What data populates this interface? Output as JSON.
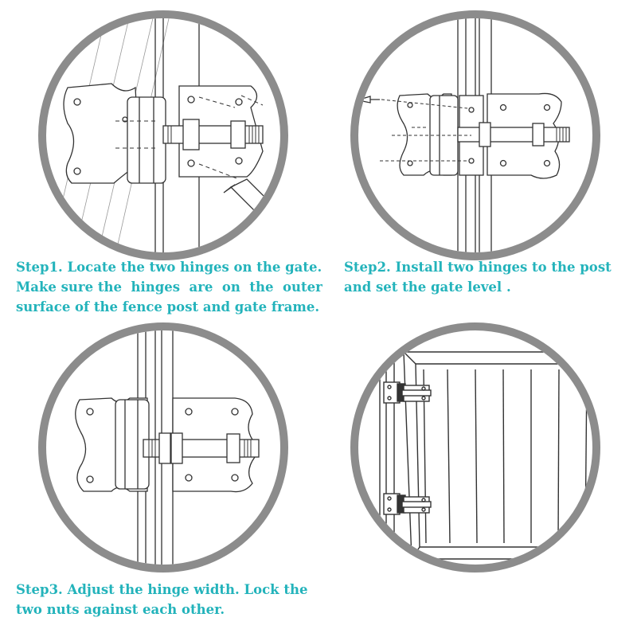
{
  "colors": {
    "caption_text": "#23b3bb",
    "ring": "#8c8c8c",
    "line_art": "#333333"
  },
  "steps": [
    {
      "lines": [
        "Step1. Locate the two hinges on the gate.",
        "Make sure the  hinges  are  on  the  outer",
        "surface of the fence post and gate frame."
      ]
    },
    {
      "lines": [
        "Step2. Install two hinges to the post",
        "and set the gate level ."
      ]
    },
    {
      "lines": [
        "Step3. Adjust the hinge width. Lock the",
        "two nuts against each other."
      ]
    }
  ],
  "illustrations": [
    {
      "id": "step1",
      "icon": "pencil-icon"
    },
    {
      "id": "step2",
      "icon": "screw-icon"
    },
    {
      "id": "step3",
      "icon": "hinge-icon"
    },
    {
      "id": "step4",
      "icon": "gate-icon"
    }
  ]
}
